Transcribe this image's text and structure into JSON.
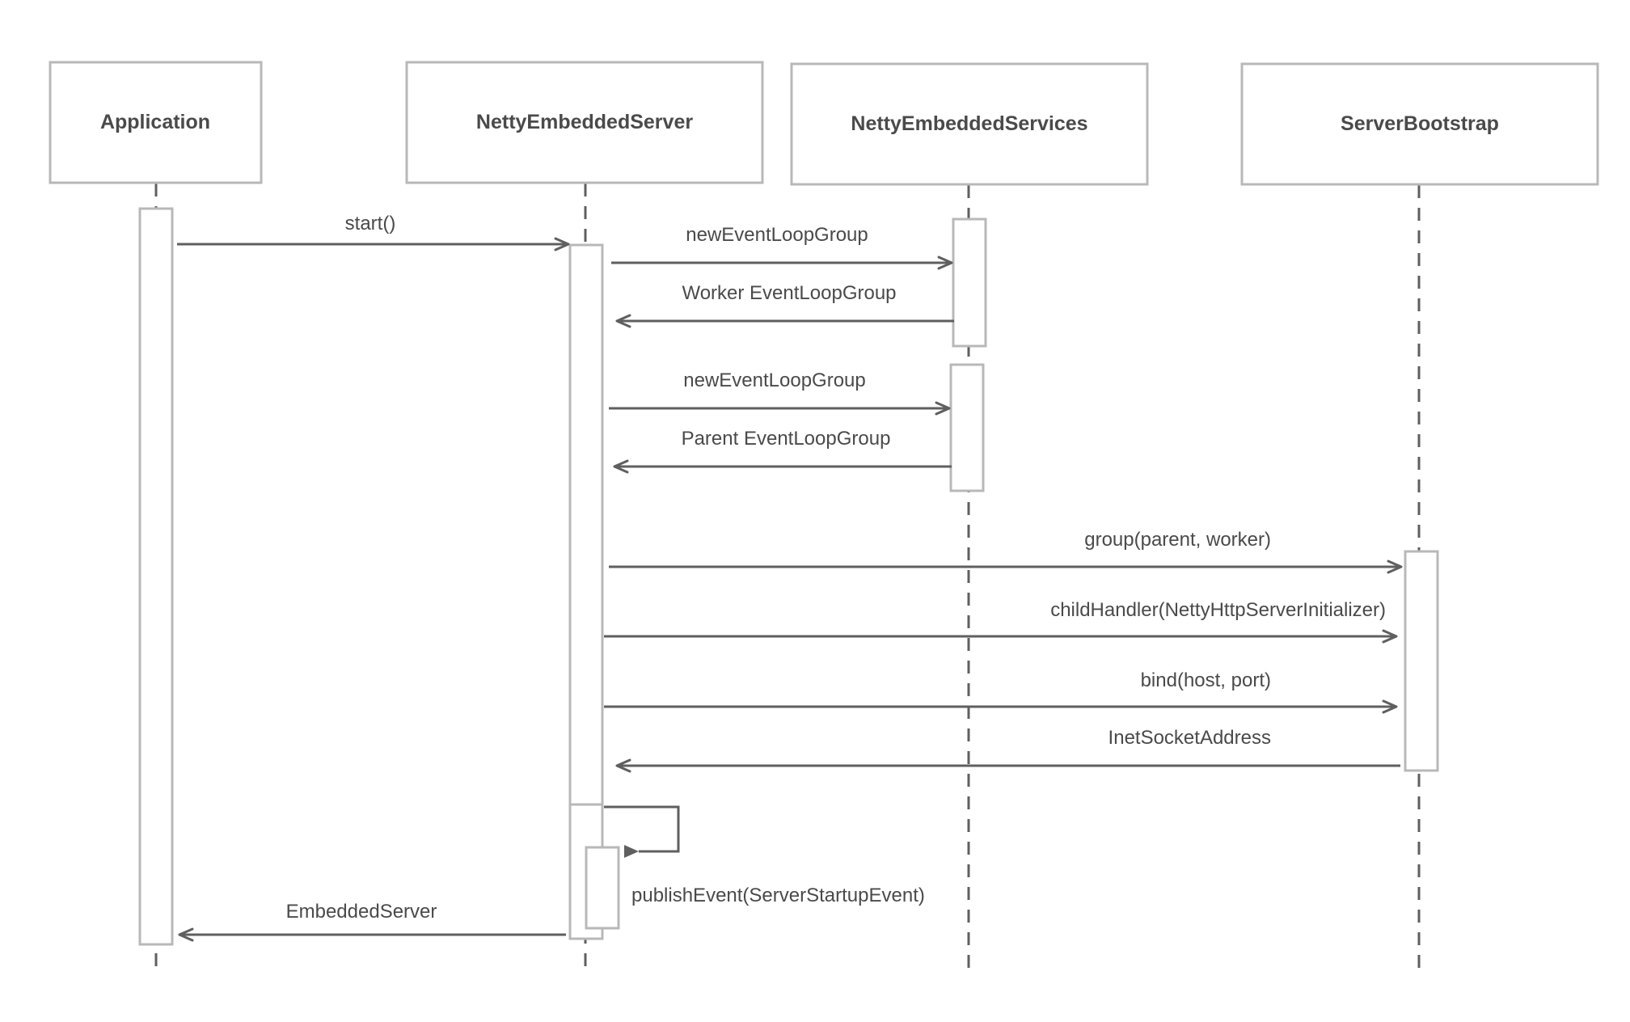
{
  "diagram": {
    "participants": [
      {
        "id": "application",
        "name": "Application"
      },
      {
        "id": "nettyembeddedserver",
        "name": "NettyEmbeddedServer"
      },
      {
        "id": "nettyembeddedservices",
        "name": "NettyEmbeddedServices"
      },
      {
        "id": "serverbootstrap",
        "name": "ServerBootstrap"
      }
    ],
    "messages": [
      {
        "from": "application",
        "to": "nettyembeddedserver",
        "label": "start()",
        "kind": "call"
      },
      {
        "from": "nettyembeddedserver",
        "to": "nettyembeddedservices",
        "label": "newEventLoopGroup",
        "kind": "call"
      },
      {
        "from": "nettyembeddedservices",
        "to": "nettyembeddedserver",
        "label": "Worker EventLoopGroup",
        "kind": "return"
      },
      {
        "from": "nettyembeddedserver",
        "to": "nettyembeddedservices",
        "label": "newEventLoopGroup",
        "kind": "call"
      },
      {
        "from": "nettyembeddedservices",
        "to": "nettyembeddedserver",
        "label": "Parent EventLoopGroup",
        "kind": "return"
      },
      {
        "from": "nettyembeddedserver",
        "to": "serverbootstrap",
        "label": "group(parent, worker)",
        "kind": "call"
      },
      {
        "from": "nettyembeddedserver",
        "to": "serverbootstrap",
        "label": "childHandler(NettyHttpServerInitializer)",
        "kind": "call"
      },
      {
        "from": "nettyembeddedserver",
        "to": "serverbootstrap",
        "label": "bind(host, port)",
        "kind": "call"
      },
      {
        "from": "serverbootstrap",
        "to": "nettyembeddedserver",
        "label": "InetSocketAddress",
        "kind": "return"
      },
      {
        "from": "nettyembeddedserver",
        "to": "nettyembeddedserver",
        "label": "publishEvent(ServerStartupEvent)",
        "kind": "self"
      },
      {
        "from": "nettyembeddedserver",
        "to": "application",
        "label": "EmbeddedServer",
        "kind": "return"
      }
    ],
    "colors": {
      "box_stroke": "#b8b8b8",
      "lifeline": "#5f5f5f",
      "arrow": "#5f5f5f",
      "text": "#4a4a4a",
      "background": "#ffffff"
    }
  }
}
